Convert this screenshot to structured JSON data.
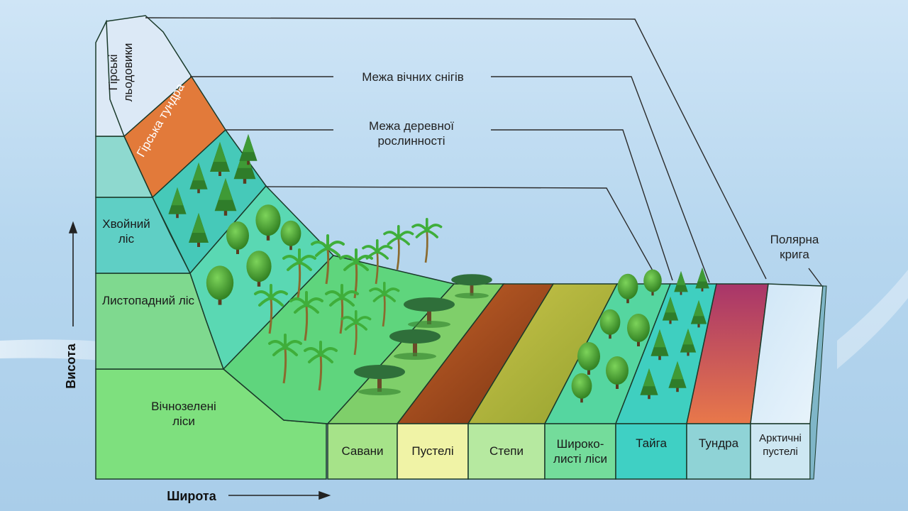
{
  "zones_mountain": {
    "glaciers": "Гірські льодовики",
    "mountain_tundra": "Гірська тундра",
    "coniferous": "Хвойний ліс",
    "deciduous": "Листопадний ліс",
    "evergreen": "Вічнозелені ліси"
  },
  "limits": {
    "snow_line": "Межа вічних снігів",
    "tree_line": "Межа деревної рослинності",
    "polar_ice": "Полярна крига"
  },
  "zones_latitude": [
    "Савани",
    "Пустелі",
    "Степи",
    "Широко-листі ліси",
    "Тайга",
    "Тундра",
    "Арктичні пустелі"
  ],
  "axes": {
    "height": "Висота",
    "latitude": "Широта"
  },
  "colors": {
    "background": "#b7d7ef",
    "glacier": "#dce9f6",
    "mountain_tundra": "#e27a3a",
    "coniferous": "#5fcfc5",
    "deciduous": "#7fd98f",
    "evergreen": "#7ee07e",
    "savanna_cell": "#a6e389",
    "desert_cell": "#f0f3a6",
    "steppe_cell": "#b6e9a0",
    "broadleaf_cell": "#74dc9b",
    "taiga_cell": "#3fd0c4",
    "tundra_cell": "#8fd3d6",
    "arctic_cell": "#cde7f2"
  }
}
